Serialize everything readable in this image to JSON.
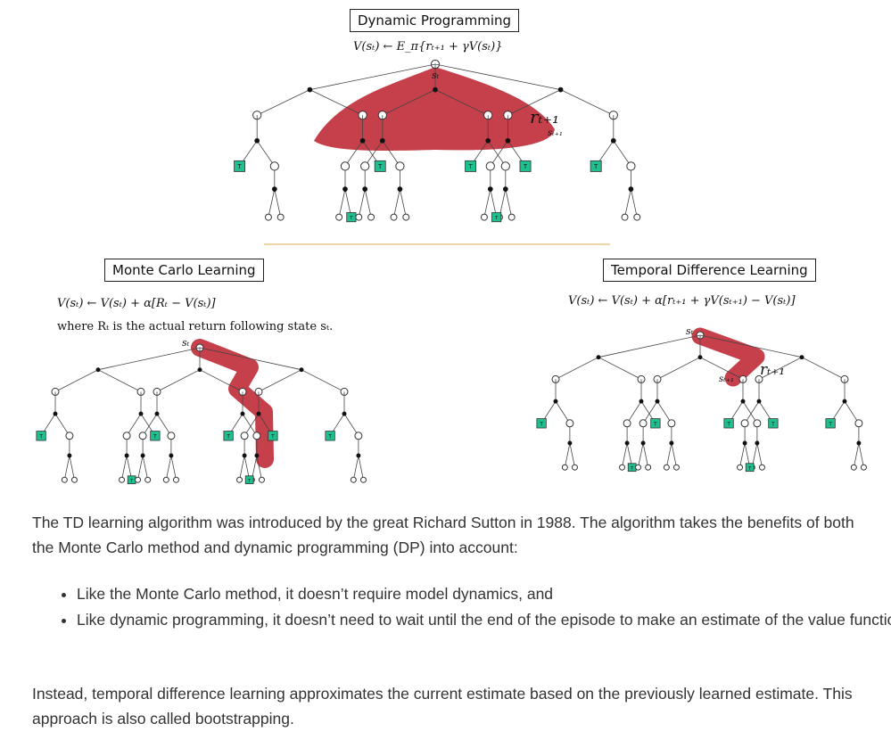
{
  "diagram": {
    "dp_title": "Dynamic Programming",
    "dp_formula": "V(sₜ) ← E_π{rₜ₊₁ + γV(sₜ)}",
    "mc_title": "Monte Carlo Learning",
    "mc_formula": "V(sₜ) ← V(sₜ) + α[Rₜ − V(sₜ)]",
    "mc_note": "where Rₜ is the actual return following state sₜ.",
    "td_title": "Temporal Difference Learning",
    "td_formula": "V(sₜ) ← V(sₜ) + α[rₜ₊₁ + γV(sₜ₊₁) − V(sₜ)]",
    "state_label": "sₜ",
    "next_state_label": "sₜ₊₁",
    "reward_label": "rₜ₊₁",
    "terminal_label": "T",
    "highlight_color": "#c0303c",
    "terminal_color": "#1fbf8f",
    "baseline_color": "#e8c98a"
  },
  "text": {
    "para1": "The TD learning algorithm was introduced by the great Richard Sutton in 1988. The algorithm takes the benefits of both the Monte Carlo method and dynamic programming (DP) into account:",
    "bullets": [
      "Like the Monte Carlo method, it doesn’t require model dynamics, and",
      "Like dynamic programming, it doesn’t need to wait until the end of the episode to make an estimate of the value function"
    ],
    "para2": "Instead, temporal difference learning approximates the current estimate based on the previously learned estimate. This approach is also called bootstrapping."
  }
}
